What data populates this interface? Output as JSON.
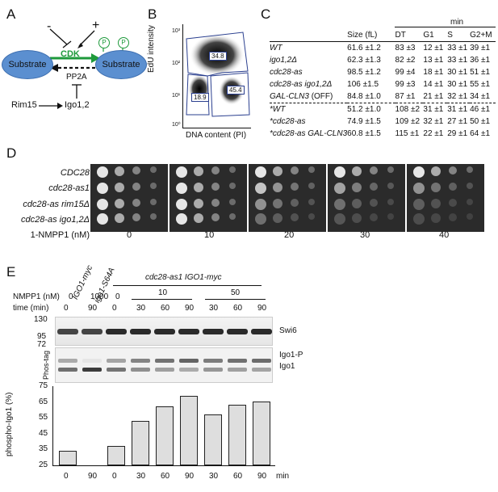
{
  "panels": {
    "a": "A",
    "b": "B",
    "c": "C",
    "d": "D",
    "e": "E"
  },
  "panelA": {
    "minus": "-",
    "plus": "+",
    "cdk": "CDK",
    "pp2a": "PP2A",
    "rim15": "Rim15",
    "igo": "Igo1,2",
    "substrate_left": "Substrate",
    "substrate_right": "Substrate",
    "p1": "P",
    "p2": "P",
    "colors": {
      "cdk": "#1e9a3b",
      "substrate": "#5b8fd0",
      "pp2a_arrow": "#111111"
    }
  },
  "panelB": {
    "ylabel": "EdU intensity",
    "xlabel": "DNA content (PI)",
    "ytick_top": "10³",
    "ytick_mid": "10²",
    "ytick_low": "10¹",
    "ytick_bottom": "10⁰",
    "gate_top": "34.8",
    "gate_left": "18.9",
    "gate_right": "45.4"
  },
  "panelC": {
    "min_header": "min",
    "headers": [
      "Size (fL)",
      "DT",
      "G1",
      "S",
      "G2+M"
    ],
    "rows_top": [
      {
        "strain": "WT",
        "size": "61.6 ±1.2",
        "dt": "83 ±3",
        "g1": "12 ±1",
        "s": "33 ±1",
        "g2m": "39 ±1"
      },
      {
        "strain": "igo1,2Δ",
        "size": "62.3 ±1.3",
        "dt": "82 ±2",
        "g1": "13 ±1",
        "s": "33 ±1",
        "g2m": "36 ±1"
      },
      {
        "strain": "cdc28-as",
        "size": "98.5 ±1.2",
        "dt": "99 ±4",
        "g1": "18 ±1",
        "s": "30 ±1",
        "g2m": "51 ±1"
      },
      {
        "strain": "cdc28-as igo1,2Δ",
        "size": "106 ±1.5",
        "dt": "99 ±3",
        "g1": "14 ±1",
        "s": "30 ±1",
        "g2m": "55 ±1"
      },
      {
        "strain": "GAL-CLN3",
        "strain_suffix": "(OFF)",
        "size": "84.8 ±1.0",
        "dt": "87 ±1",
        "g1": "21 ±1",
        "s": "32 ±1",
        "g2m": "34 ±1"
      }
    ],
    "rows_bottom": [
      {
        "strain": "*WT",
        "size": "51.2 ±1.0",
        "dt": "108 ±2",
        "g1": "31 ±1",
        "s": "31 ±1",
        "g2m": "46 ±1"
      },
      {
        "strain": "*cdc28-as",
        "size": "74.9 ±1.5",
        "dt": "109 ±2",
        "g1": "32 ±1",
        "s": "27 ±1",
        "g2m": "50 ±1"
      },
      {
        "strain": "*cdc28-as GAL-CLN3",
        "size": "60.8 ±1.5",
        "dt": "115 ±1",
        "g1": "22 ±1",
        "s": "29 ±1",
        "g2m": "64 ±1"
      }
    ]
  },
  "panelD": {
    "strains": [
      "CDC28",
      "cdc28-as1",
      "cdc28-as rim15Δ",
      "cdc28-as igo1,2Δ"
    ],
    "nmpp1_label": "1-NMPP1 (nM)",
    "concentrations": [
      "0",
      "10",
      "20",
      "30",
      "40"
    ]
  },
  "panelE": {
    "col_igo1myc": "IGO1-myc",
    "col_s64a": "igo1-S64A",
    "group_label": "cdc28-as1 IGO1-myc",
    "nmpp1_row_label": "NMPP1 (nM)",
    "time_row_label": "time (min)",
    "nmpp1_values": {
      "v0a": "0",
      "v1000": "1000",
      "v0b": "0",
      "v10": "10",
      "v50": "50"
    },
    "time_values": [
      "0",
      "90",
      "0",
      "30",
      "60",
      "90",
      "30",
      "60",
      "90"
    ],
    "mw_130": "130",
    "mw_95": "95",
    "mw_72": "72",
    "swi6": "Swi6",
    "phostag": "Phos-tag",
    "igo1p": "Igo1-P",
    "igo1": "Igo1"
  },
  "chart_data": {
    "type": "bar",
    "ylabel": "phospho-Igo1 (%)",
    "xlabel": "min",
    "categories": [
      "0",
      "90",
      "0",
      "30",
      "60",
      "90",
      "30",
      "60",
      "90"
    ],
    "values": [
      30,
      0,
      33,
      49,
      58,
      65,
      53,
      59,
      61
    ],
    "ylim": [
      25,
      75
    ],
    "yticks": [
      "75",
      "65",
      "55",
      "45",
      "35",
      "25"
    ]
  }
}
